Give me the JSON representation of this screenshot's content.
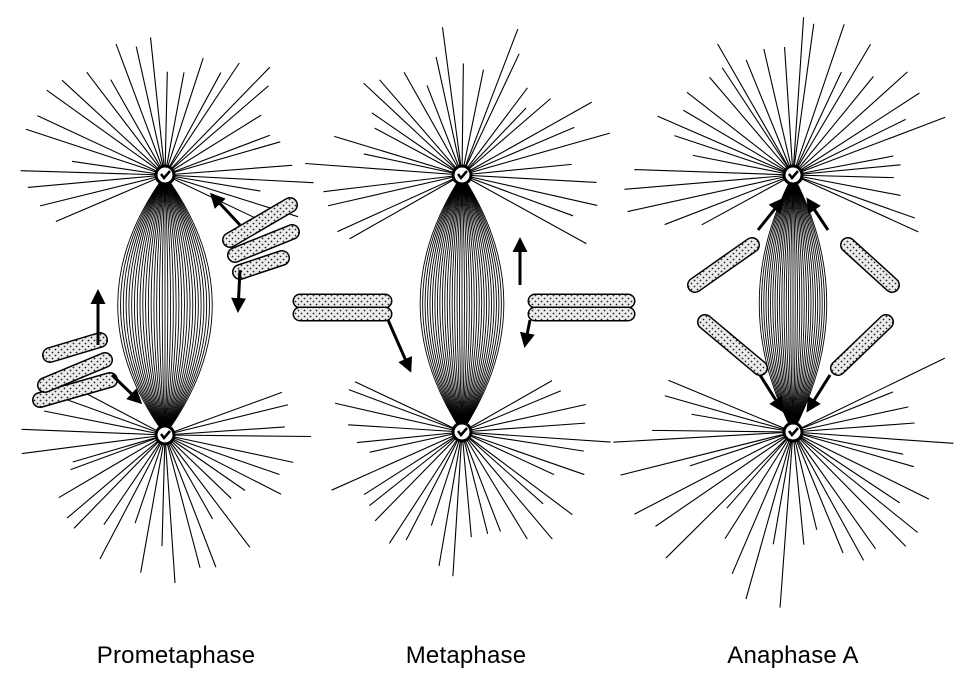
{
  "stages": [
    {
      "id": "prometaphase",
      "label": "Prometaphase"
    },
    {
      "id": "metaphase",
      "label": "Metaphase"
    },
    {
      "id": "anaphase-a",
      "label": "Anaphase A"
    }
  ],
  "colors": {
    "ink": "#000000",
    "background": "#ffffff",
    "chromosome_fill": "#e6e6e6"
  }
}
